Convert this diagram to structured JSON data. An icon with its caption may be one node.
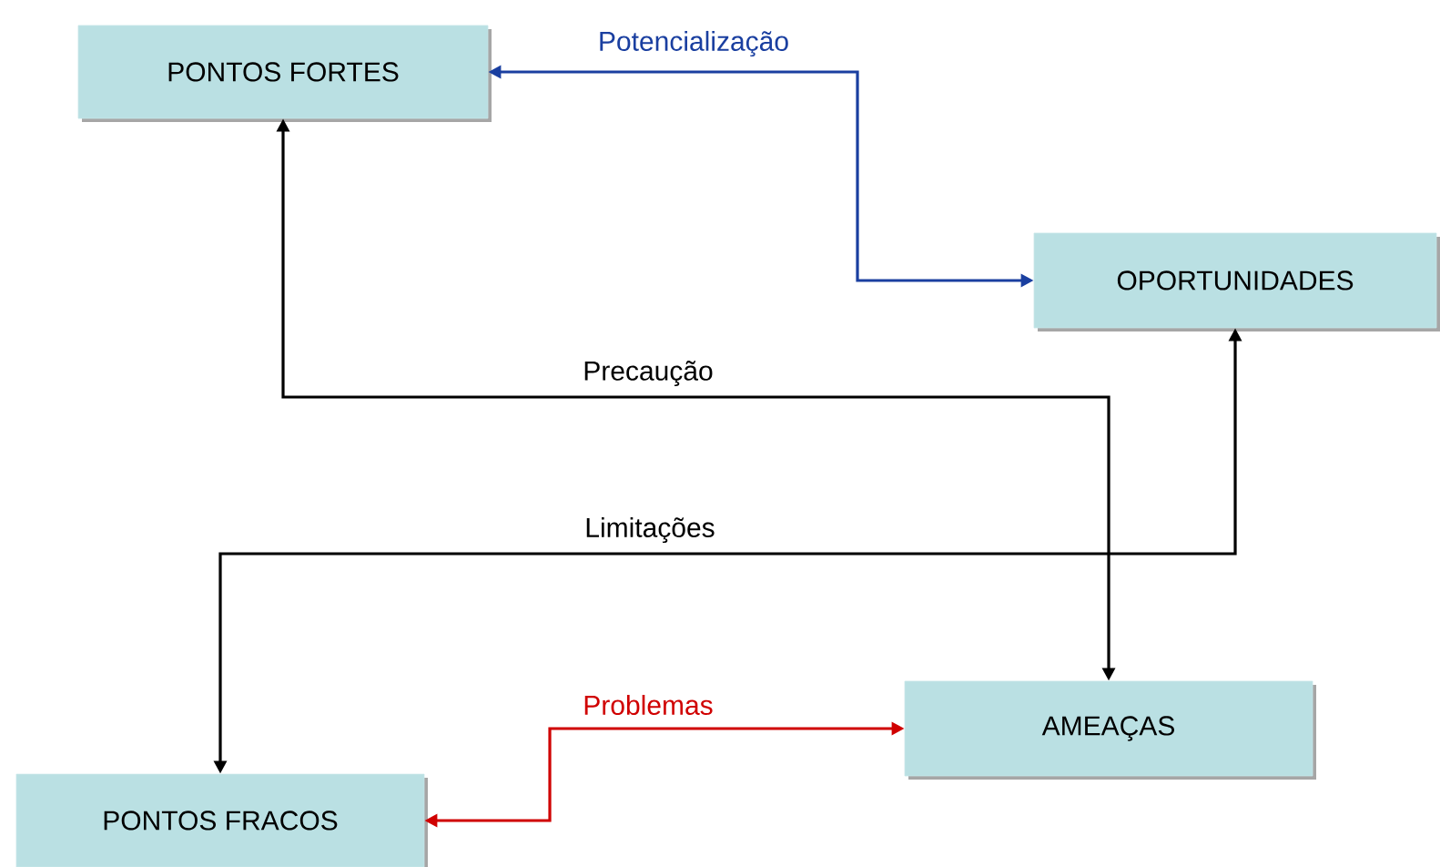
{
  "diagram": {
    "nodes": [
      {
        "text": [
          "PONTOS FORTES"
        ]
      },
      {
        "text": [
          "OPORTUNIDADES"
        ]
      },
      {
        "text": [
          "AMEAÇAS"
        ]
      },
      {
        "text": [
          "PONTOS FRACOS"
        ]
      }
    ],
    "edges": [
      {
        "from": 0,
        "to": 1,
        "arrow": "both",
        "label": "Potencialização",
        "color": "#1a3fa0"
      },
      {
        "from": 0,
        "to": 2,
        "arrow": "both",
        "label": "Precaução"
      },
      {
        "from": 1,
        "to": 3,
        "arrow": "both",
        "label": "Limitações"
      },
      {
        "from": 2,
        "to": 3,
        "arrow": "both",
        "label": "Problemas",
        "color": "#d00000"
      }
    ]
  }
}
